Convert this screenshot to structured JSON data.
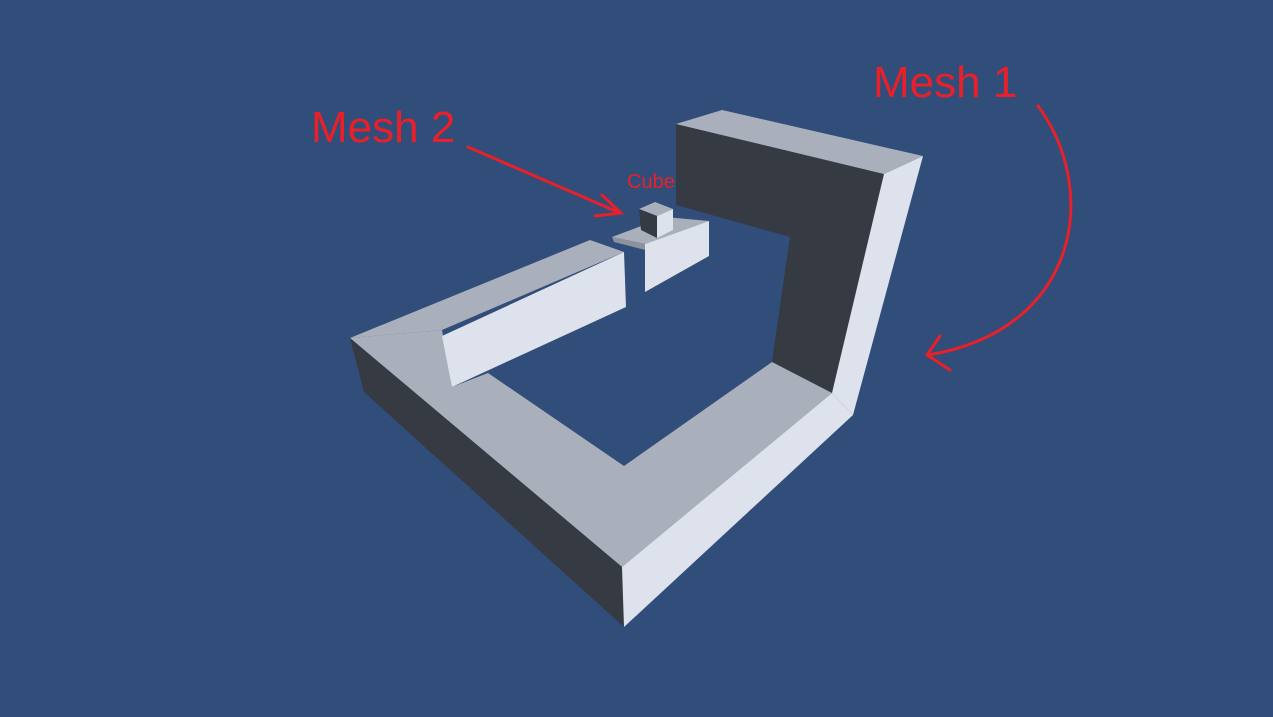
{
  "scene": {
    "background_color": "#314d79",
    "annotation_color": "#e8202a",
    "face_colors": {
      "top": "#aab0bb",
      "light_side": "#dde2ec",
      "dark_side": "#363a43"
    }
  },
  "annotations": {
    "mesh1_label": "Mesh 1",
    "mesh2_label": "Mesh 2",
    "cube_label": "Cube"
  }
}
